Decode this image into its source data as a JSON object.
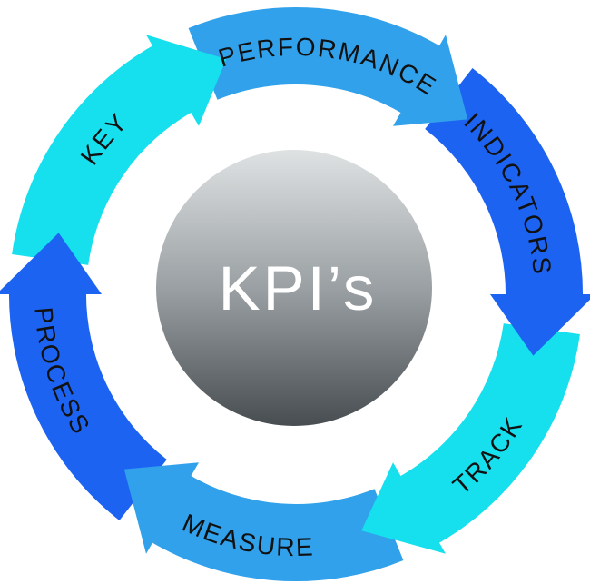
{
  "diagram": {
    "title": "KPI's process cycle diagram",
    "background_color": "#ffffff",
    "text_color": "#111111",
    "colors": {
      "cyan": "#16dfee",
      "medium_blue": "#30a1ea",
      "royal_blue": "#1d63f1"
    },
    "sphere": {
      "label": "KPI’s",
      "label_color": "#ffffff",
      "gradient_top": "#dfe2e3",
      "gradient_mid": "#9aa0a3",
      "gradient_bottom": "#474d50"
    },
    "segments": [
      {
        "label": "KEY",
        "color": "cyan",
        "band_start": -82,
        "band_end": -29,
        "tip": -16.5,
        "label_center": -51,
        "text_direction": "cw"
      },
      {
        "label": "PERFORMANCE",
        "color": "medium_blue",
        "band_start": -22,
        "band_end": 31,
        "tip": 44.5,
        "label_center": 8,
        "text_direction": "cw"
      },
      {
        "label": "INDICATORS",
        "color": "royal_blue",
        "band_start": 38,
        "band_end": 91,
        "tip": 104.5,
        "label_center": 65,
        "text_direction": "cw"
      },
      {
        "label": "TRACK",
        "color": "cyan",
        "band_start": 98,
        "band_end": 151,
        "tip": 164.5,
        "label_center": 130,
        "text_direction": "ccw"
      },
      {
        "label": "MEASURE",
        "color": "medium_blue",
        "band_start": 158,
        "band_end": 211,
        "tip": 224.5,
        "label_center": 191,
        "text_direction": "ccw"
      },
      {
        "label": "PROCESS",
        "color": "royal_blue",
        "band_start": 218,
        "band_end": 271,
        "tip": 284.5,
        "label_center": 252,
        "text_direction": "ccw"
      }
    ]
  }
}
